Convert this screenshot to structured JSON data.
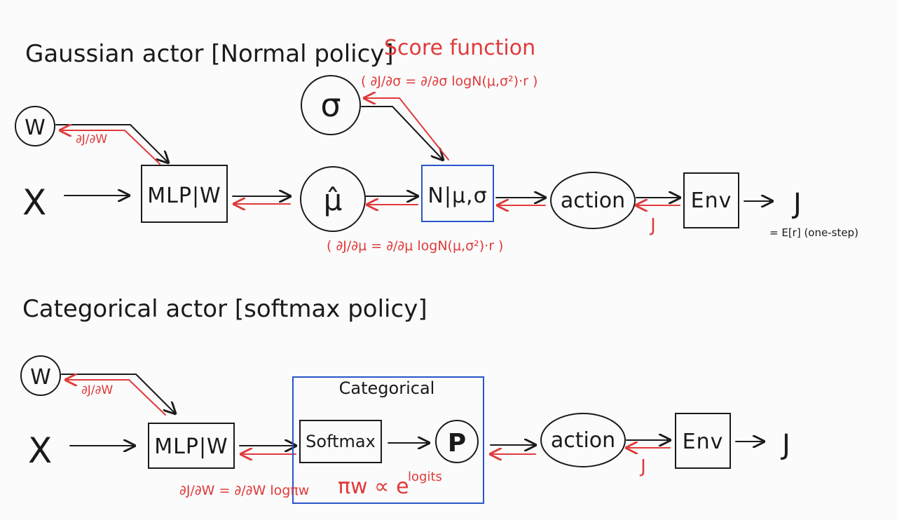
{
  "gaussian": {
    "title": "Gaussian actor [Normal policy]",
    "w_label": "W",
    "x_label": "X",
    "mlp_label": "MLP|W",
    "mu_label": "μ̂",
    "sigma_label": "σ",
    "normal_label": "N|μ,σ",
    "action_label": "action",
    "env_label": "Env",
    "j_label": "J",
    "j_red_label": "J",
    "dw_label": "∂J/∂W",
    "score_title": "Score function",
    "sigma_formula": "( ∂J/∂σ = ∂/∂σ logN(μ,σ²)·r )",
    "mu_formula": "( ∂J/∂μ = ∂/∂μ logN(μ,σ²)·r )",
    "expectation_note": "= E[r] (one-step)"
  },
  "categorical": {
    "title": "Categorical actor [softmax policy]",
    "w_label": "W",
    "x_label": "X",
    "mlp_label": "MLP|W",
    "group_label": "Categorical",
    "softmax_label": "Softmax",
    "p_label": "P",
    "action_label": "action",
    "env_label": "Env",
    "j_label": "J",
    "j_red_label": "J",
    "dw_label": "∂J/∂W",
    "grad_formula": "∂J/∂W = ∂/∂W logπw",
    "pi_formula": "πw ∝ e",
    "logits_label": "logits"
  },
  "colors": {
    "ink": "#1a1a1a",
    "gradient": "#e03a3a",
    "highlight_box": "#2a55c8",
    "background": "#fbfbfb"
  }
}
